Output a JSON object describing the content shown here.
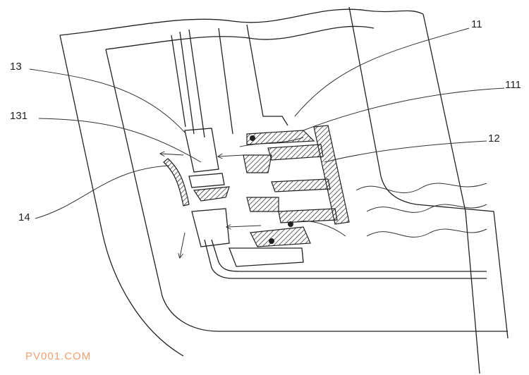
{
  "figure": {
    "labels": {
      "l11": "11",
      "l111": "111",
      "l12": "12",
      "l13": "13",
      "l131": "131",
      "l14": "14"
    },
    "watermark": "PV001.COM",
    "colors": {
      "line": "#222222",
      "watermark": "#f0a070"
    }
  }
}
